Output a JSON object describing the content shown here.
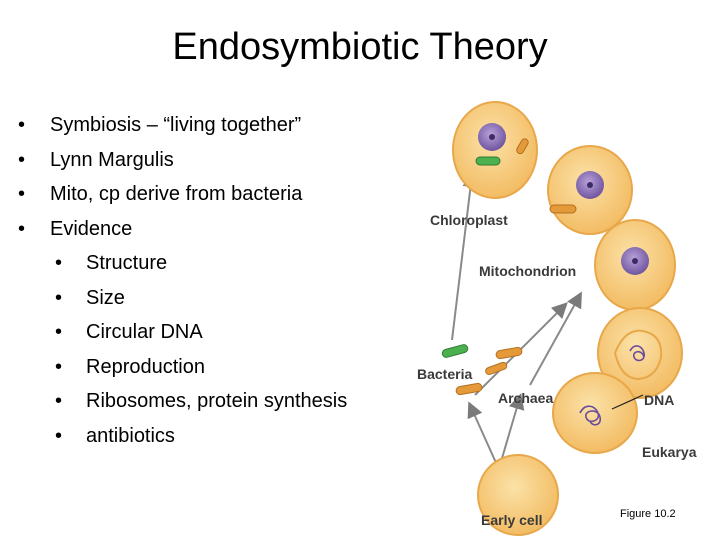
{
  "title": "Endosymbiotic Theory",
  "bullets": [
    {
      "text": "Symbiosis – “living together”",
      "level": 1
    },
    {
      "text": "Lynn Margulis",
      "level": 1
    },
    {
      "text": "Mito, cp derive from bacteria",
      "level": 1
    },
    {
      "text": "Evidence",
      "level": 1
    },
    {
      "text": "Structure",
      "level": 2
    },
    {
      "text": "Size",
      "level": 2
    },
    {
      "text": "Circular DNA",
      "level": 2
    },
    {
      "text": "Reproduction",
      "level": 2
    },
    {
      "text": "Ribosomes, protein synthesis",
      "level": 2
    },
    {
      "text": "antibiotics",
      "level": 2
    }
  ],
  "bullet_glyph": "•",
  "figure": {
    "labels": {
      "chloroplast": "Chloroplast",
      "mitochondrion": "Mitochondrion",
      "bacteria": "Bacteria",
      "archaea": "Archaea",
      "dna": "DNA",
      "eukarya": "Eukarya",
      "early_cell": "Early cell"
    },
    "caption": "Figure 10.2"
  },
  "colors": {
    "cell_fill": "#f5c77a",
    "cell_edge": "#e8a84a",
    "nucleus": "#8b6fb0",
    "chloroplast": "#4caf50",
    "mitochondrion": "#e59a3a",
    "arrow": "#7a7a7a"
  }
}
